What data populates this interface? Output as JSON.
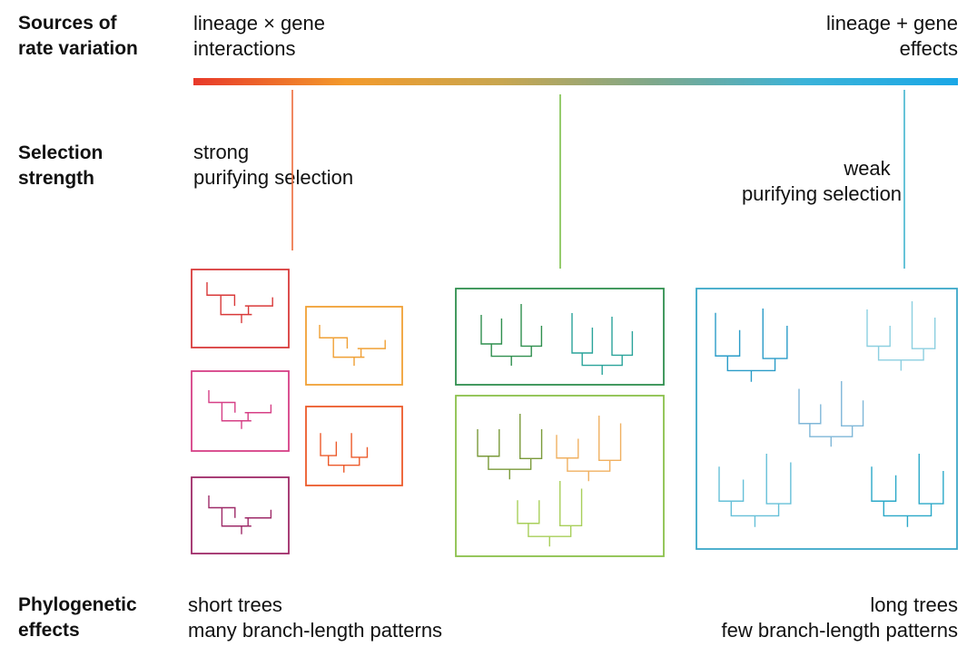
{
  "headings": {
    "sources": [
      "Sources of",
      "rate variation"
    ],
    "selection": [
      "Selection",
      "strength"
    ],
    "phylo": [
      "Phylogenetic",
      "effects"
    ]
  },
  "sources": {
    "left": [
      "lineage × gene",
      "interactions"
    ],
    "right": [
      "lineage + gene",
      "effects"
    ]
  },
  "selection": {
    "strong": [
      "strong",
      "purifying selection"
    ],
    "weak": [
      "weak",
      "purifying selection"
    ]
  },
  "effects": {
    "left": [
      "short trees",
      "many branch-length patterns"
    ],
    "right": [
      "long trees",
      "few branch-length patterns"
    ]
  },
  "colors": {
    "gradient": [
      "#e8392a",
      "#f39a2b",
      "#c9a64f",
      "#7fa88a",
      "#3bb3d9",
      "#1aa7e6"
    ],
    "red": "#d93a3a",
    "pink": "#d63f86",
    "purple": "#9e2a68",
    "orange": "#f0a035",
    "orange_red": "#ec5a2a",
    "dark_green": "#2f8f4e",
    "light_green": "#8ac04a",
    "blue": "#3aa7c8",
    "orange_line": "#ec6a3a",
    "green_line": "#7cc04a",
    "cyan_line": "#41b4cf"
  }
}
